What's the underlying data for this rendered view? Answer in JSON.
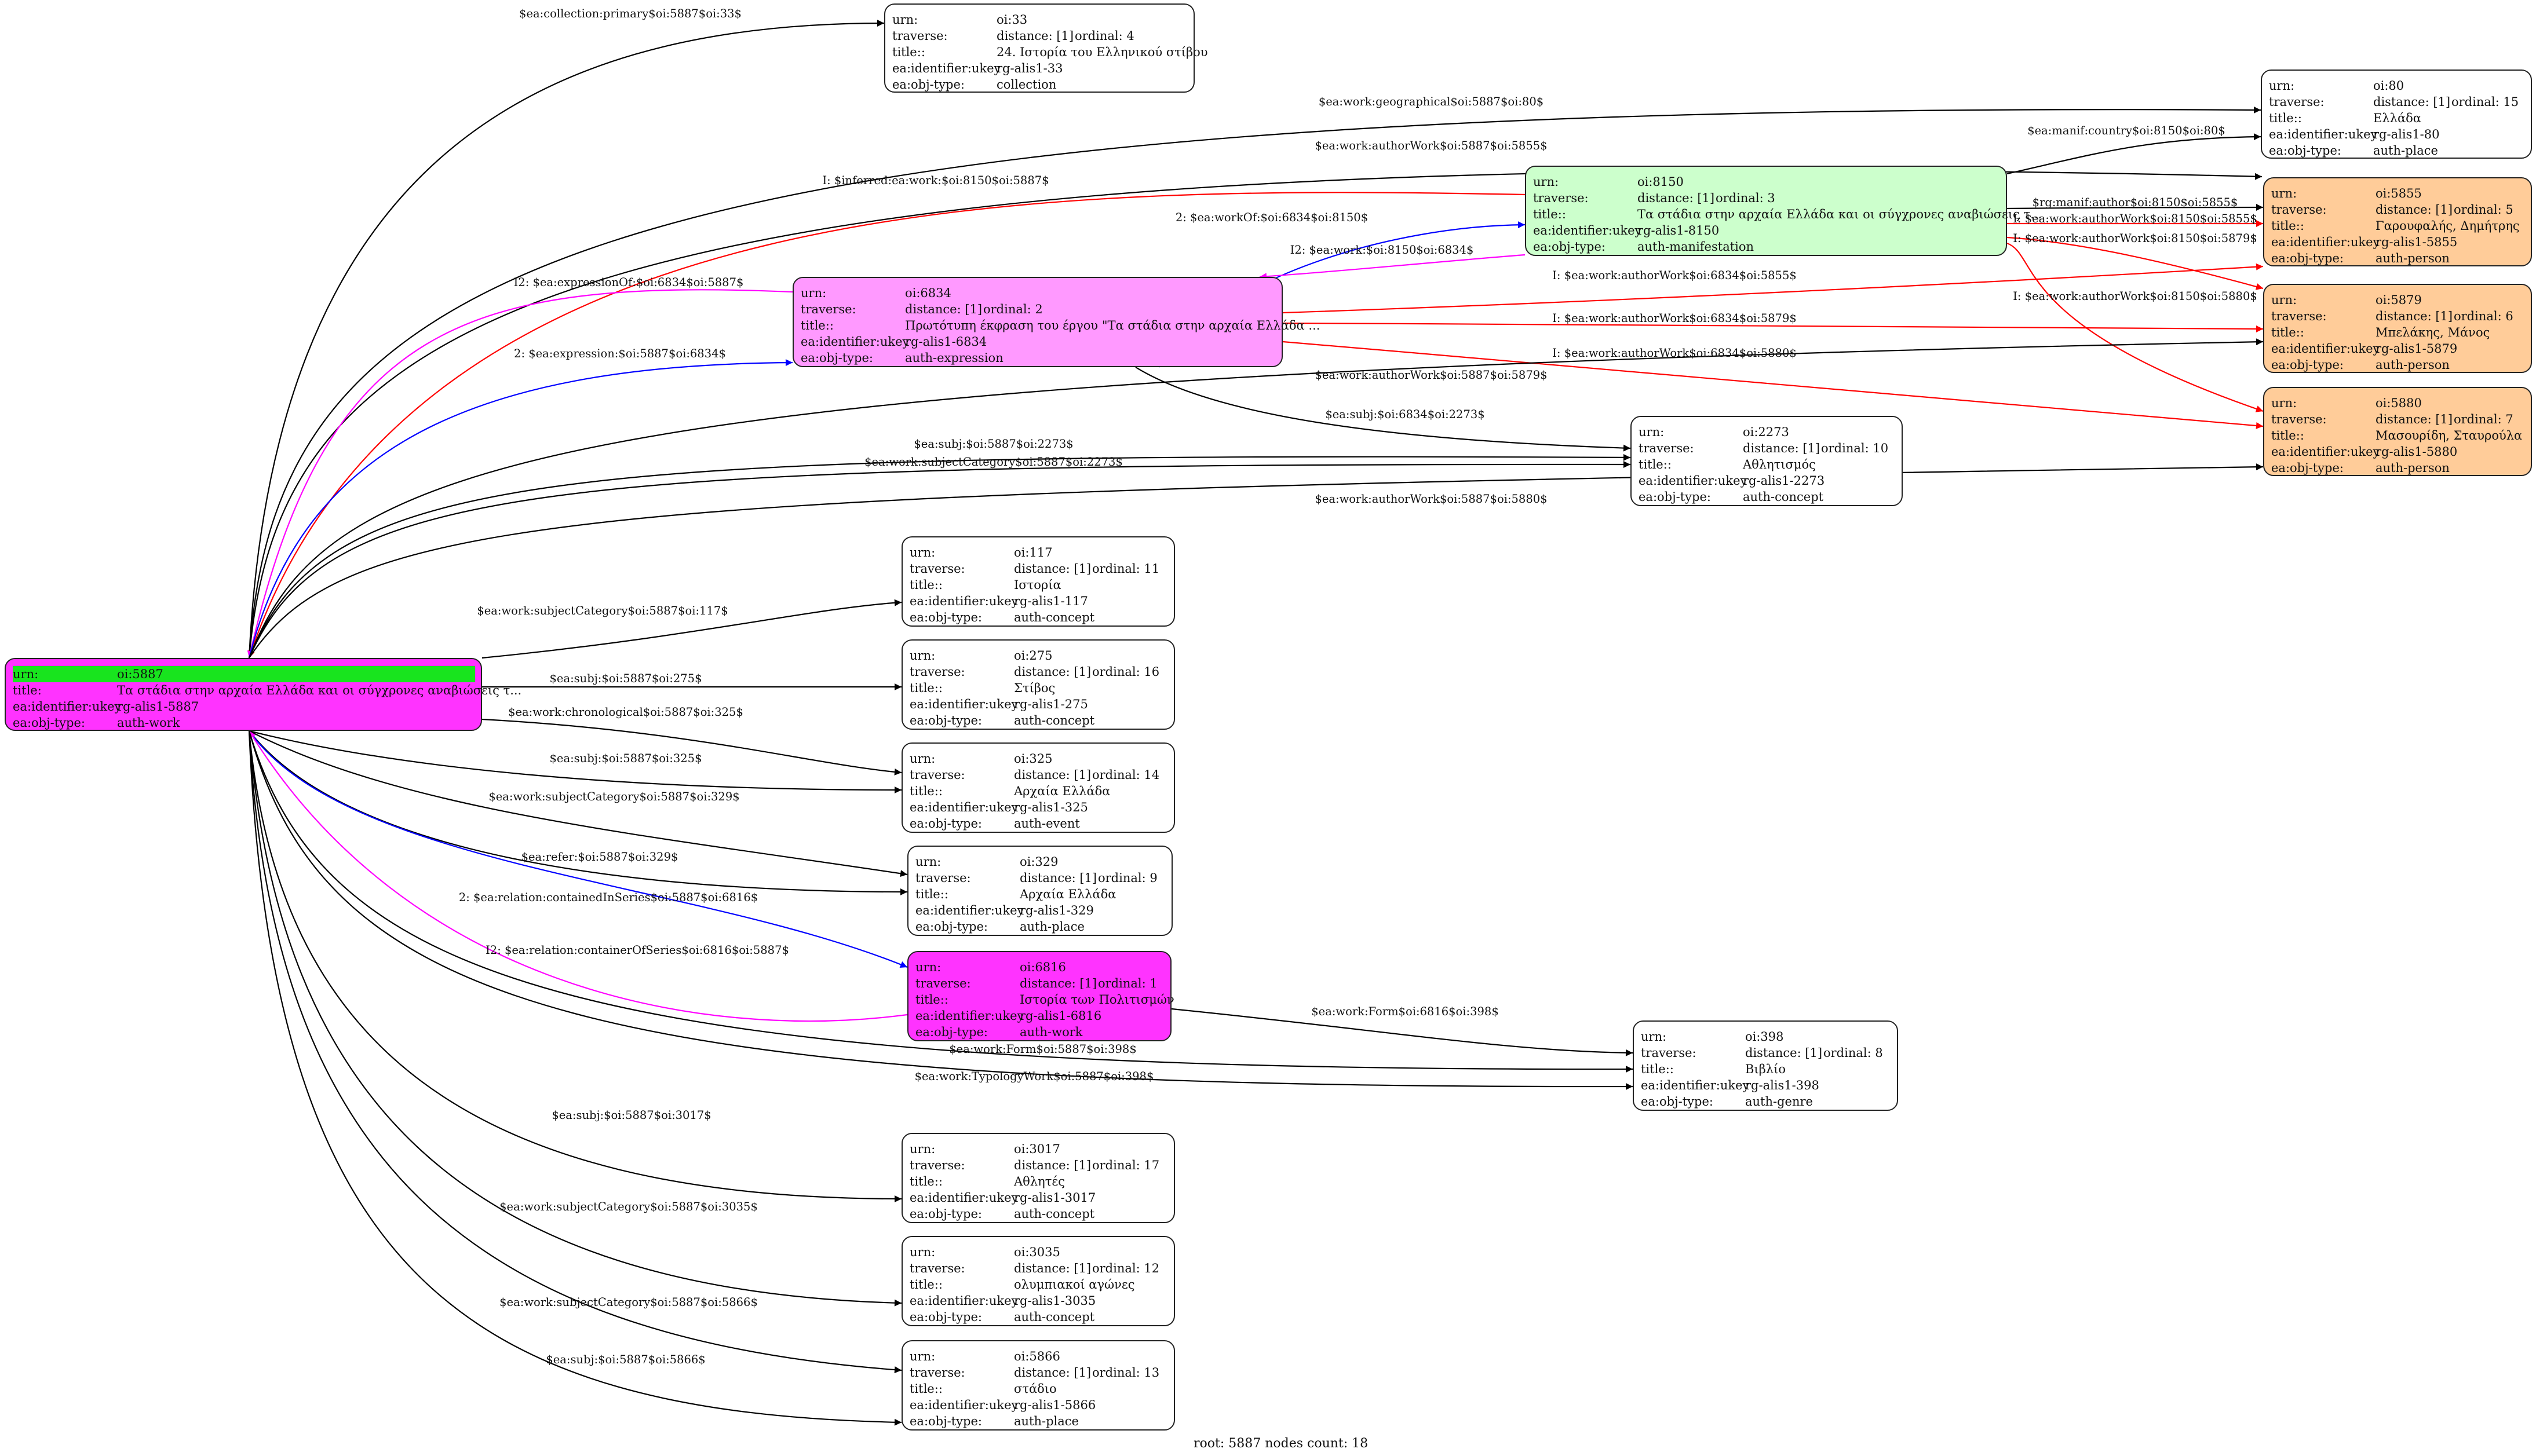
{
  "key_labels": {
    "urn": "urn:",
    "traverse": "traverse:",
    "title": "title::",
    "root_title": "title:",
    "ukey": "ea:identifier:ukey",
    "type": "ea:obj-type:"
  },
  "colors": {
    "root": "#ff33ff",
    "expression": "#ff99ff",
    "manifestation": "#ccffcc",
    "person": "#ffcc99",
    "series": "#ff33ff",
    "default": "#ffffff",
    "edge_default": "#000000",
    "edge_inferred": "#ff0000",
    "edge_forward": "#0000ff",
    "edge_inverse": "#ff00ff",
    "urn_highlight": "#18e41e"
  },
  "nodes": {
    "n5887": {
      "urn": "oi:5887",
      "title": "Τα στάδια στην αρχαία Ελλάδα και οι σύγχρονες αναβιώσεις τ...",
      "ukey": "rg-alis1-5887",
      "type": "auth-work"
    },
    "n33": {
      "urn": "oi:33",
      "distance": "distance: [1]",
      "ordinal": "ordinal: 4",
      "title": "24. Ιστορία του Ελληνικού  στίβου",
      "ukey": "rg-alis1-33",
      "type": "collection"
    },
    "n80": {
      "urn": "oi:80",
      "distance": "distance: [1]",
      "ordinal": "ordinal: 15",
      "title": "Ελλάδα",
      "ukey": "rg-alis1-80",
      "type": "auth-place"
    },
    "n8150": {
      "urn": "oi:8150",
      "distance": "distance: [1]",
      "ordinal": "ordinal: 3",
      "title": "Τα στάδια στην αρχαία Ελλάδα και οι σύγχρονες αναβιώσεις τ...",
      "ukey": "rg-alis1-8150",
      "type": "auth-manifestation"
    },
    "n5855": {
      "urn": "oi:5855",
      "distance": "distance: [1]",
      "ordinal": "ordinal: 5",
      "title": "Γαρουφαλής, Δημήτρης",
      "ukey": "rg-alis1-5855",
      "type": "auth-person"
    },
    "n6834": {
      "urn": "oi:6834",
      "distance": "distance: [1]",
      "ordinal": "ordinal: 2",
      "title": "Πρωτότυπη έκφραση του έργου \"Τα στάδια στην αρχαία Ελλάδα ...",
      "ukey": "rg-alis1-6834",
      "type": "auth-expression"
    },
    "n5879": {
      "urn": "oi:5879",
      "distance": "distance: [1]",
      "ordinal": "ordinal: 6",
      "title": "Μπελάκης, Μάνος",
      "ukey": "rg-alis1-5879",
      "type": "auth-person"
    },
    "n5880": {
      "urn": "oi:5880",
      "distance": "distance: [1]",
      "ordinal": "ordinal: 7",
      "title": "Μασουρίδη, Σταυρούλα",
      "ukey": "rg-alis1-5880",
      "type": "auth-person"
    },
    "n2273": {
      "urn": "oi:2273",
      "distance": "distance: [1]",
      "ordinal": "ordinal: 10",
      "title": "Αθλητισμός",
      "ukey": "rg-alis1-2273",
      "type": "auth-concept"
    },
    "n117": {
      "urn": "oi:117",
      "distance": "distance: [1]",
      "ordinal": "ordinal: 11",
      "title": "Ιστορία",
      "ukey": "rg-alis1-117",
      "type": "auth-concept"
    },
    "n275": {
      "urn": "oi:275",
      "distance": "distance: [1]",
      "ordinal": "ordinal: 16",
      "title": "Στίβος",
      "ukey": "rg-alis1-275",
      "type": "auth-concept"
    },
    "n325": {
      "urn": "oi:325",
      "distance": "distance: [1]",
      "ordinal": "ordinal: 14",
      "title": "Αρχαία Ελλάδα",
      "ukey": "rg-alis1-325",
      "type": "auth-event"
    },
    "n329": {
      "urn": "oi:329",
      "distance": "distance: [1]",
      "ordinal": "ordinal: 9",
      "title": "Αρχαία Ελλάδα",
      "ukey": "rg-alis1-329",
      "type": "auth-place"
    },
    "n6816": {
      "urn": "oi:6816",
      "distance": "distance: [1]",
      "ordinal": "ordinal: 1",
      "title": "Ιστορία των Πολιτισμών",
      "ukey": "rg-alis1-6816",
      "type": "auth-work"
    },
    "n398": {
      "urn": "oi:398",
      "distance": "distance: [1]",
      "ordinal": "ordinal: 8",
      "title": "Βιβλίο",
      "ukey": "rg-alis1-398",
      "type": "auth-genre"
    },
    "n3017": {
      "urn": "oi:3017",
      "distance": "distance: [1]",
      "ordinal": "ordinal: 17",
      "title": "Αθλητές",
      "ukey": "rg-alis1-3017",
      "type": "auth-concept"
    },
    "n3035": {
      "urn": "oi:3035",
      "distance": "distance: [1]",
      "ordinal": "ordinal: 12",
      "title": "ολυμπιακοί αγώνες",
      "ukey": "rg-alis1-3035",
      "type": "auth-concept"
    },
    "n5866": {
      "urn": "oi:5866",
      "distance": "distance: [1]",
      "ordinal": "ordinal: 13",
      "title": "στάδιο",
      "ukey": "rg-alis1-5866",
      "type": "auth-place"
    }
  },
  "edges": [
    {
      "from": "n5887",
      "to": "n33",
      "label": "$ea:collection:primary$oi:5887$oi:33$",
      "kind": "default"
    },
    {
      "from": "n5887",
      "to": "n80",
      "label": "$ea:work:geographical$oi:5887$oi:80$",
      "kind": "default"
    },
    {
      "from": "n5887",
      "to": "n5855",
      "label": "$ea:work:authorWork$oi:5887$oi:5855$",
      "kind": "default"
    },
    {
      "from": "n8150",
      "to": "n5887",
      "label": "I: $inferred:ea:work:$oi:8150$oi:5887$",
      "kind": "inferred"
    },
    {
      "from": "n6834",
      "to": "n8150",
      "label": "2: $ea:workOf:$oi:6834$oi:8150$",
      "kind": "forward"
    },
    {
      "from": "n8150",
      "to": "n6834",
      "label": "I2: $ea:work:$oi:8150$oi:6834$",
      "kind": "inverse"
    },
    {
      "from": "n6834",
      "to": "n5887",
      "label": "I2: $ea:expressionOf:$oi:6834$oi:5887$",
      "kind": "inverse"
    },
    {
      "from": "n5887",
      "to": "n6834",
      "label": "2: $ea:expression:$oi:5887$oi:6834$",
      "kind": "forward"
    },
    {
      "from": "n8150",
      "to": "n80",
      "label": "$ea:manif:country$oi:8150$oi:80$",
      "kind": "default"
    },
    {
      "from": "n8150",
      "to": "n5855",
      "label": "$rg:manif:author$oi:8150$oi:5855$",
      "kind": "default"
    },
    {
      "from": "n8150",
      "to": "n5855",
      "label": "I: $ea:work:authorWork$oi:8150$oi:5855$",
      "kind": "inferred"
    },
    {
      "from": "n8150",
      "to": "n5879",
      "label": "I: $ea:work:authorWork$oi:8150$oi:5879$",
      "kind": "inferred"
    },
    {
      "from": "n8150",
      "to": "n5880",
      "label": "I: $ea:work:authorWork$oi:8150$oi:5880$",
      "kind": "inferred"
    },
    {
      "from": "n6834",
      "to": "n5855",
      "label": "I: $ea:work:authorWork$oi:6834$oi:5855$",
      "kind": "inferred"
    },
    {
      "from": "n6834",
      "to": "n5879",
      "label": "I: $ea:work:authorWork$oi:6834$oi:5879$",
      "kind": "inferred"
    },
    {
      "from": "n6834",
      "to": "n5880",
      "label": "I: $ea:work:authorWork$oi:6834$oi:5880$",
      "kind": "inferred"
    },
    {
      "from": "n5887",
      "to": "n5879",
      "label": "$ea:work:authorWork$oi:5887$oi:5879$",
      "kind": "default"
    },
    {
      "from": "n6834",
      "to": "n2273",
      "label": "$ea:subj:$oi:6834$oi:2273$",
      "kind": "default"
    },
    {
      "from": "n5887",
      "to": "n2273",
      "label": "$ea:subj:$oi:5887$oi:2273$",
      "kind": "default"
    },
    {
      "from": "n5887",
      "to": "n2273",
      "label": "$ea:work:subjectCategory$oi:5887$oi:2273$",
      "kind": "default"
    },
    {
      "from": "n5887",
      "to": "n5880",
      "label": "$ea:work:authorWork$oi:5887$oi:5880$",
      "kind": "default"
    },
    {
      "from": "n5887",
      "to": "n117",
      "label": "$ea:work:subjectCategory$oi:5887$oi:117$",
      "kind": "default"
    },
    {
      "from": "n5887",
      "to": "n275",
      "label": "$ea:subj:$oi:5887$oi:275$",
      "kind": "default"
    },
    {
      "from": "n5887",
      "to": "n325",
      "label": "$ea:work:chronological$oi:5887$oi:325$",
      "kind": "default"
    },
    {
      "from": "n5887",
      "to": "n325",
      "label": "$ea:subj:$oi:5887$oi:325$",
      "kind": "default"
    },
    {
      "from": "n5887",
      "to": "n329",
      "label": "$ea:work:subjectCategory$oi:5887$oi:329$",
      "kind": "default"
    },
    {
      "from": "n5887",
      "to": "n329",
      "label": "$ea:refer:$oi:5887$oi:329$",
      "kind": "default"
    },
    {
      "from": "n5887",
      "to": "n6816",
      "label": "2: $ea:relation:containedInSeries$oi:5887$oi:6816$",
      "kind": "forward"
    },
    {
      "from": "n6816",
      "to": "n5887",
      "label": "I2: $ea:relation:containerOfSeries$oi:6816$oi:5887$",
      "kind": "inverse"
    },
    {
      "from": "n6816",
      "to": "n398",
      "label": "$ea:work:Form$oi:6816$oi:398$",
      "kind": "default"
    },
    {
      "from": "n5887",
      "to": "n398",
      "label": "$ea:work:Form$oi:5887$oi:398$",
      "kind": "default"
    },
    {
      "from": "n5887",
      "to": "n398",
      "label": "$ea:work:TypologyWork$oi:5887$oi:398$",
      "kind": "default"
    },
    {
      "from": "n5887",
      "to": "n3017",
      "label": "$ea:subj:$oi:5887$oi:3017$",
      "kind": "default"
    },
    {
      "from": "n5887",
      "to": "n3035",
      "label": "$ea:work:subjectCategory$oi:5887$oi:3035$",
      "kind": "default"
    },
    {
      "from": "n5887",
      "to": "n5866",
      "label": "$ea:work:subjectCategory$oi:5887$oi:5866$",
      "kind": "default"
    },
    {
      "from": "n5887",
      "to": "n5866",
      "label": "$ea:subj:$oi:5887$oi:5866$",
      "kind": "default"
    }
  ],
  "footer": "root: 5887 nodes count: 18"
}
